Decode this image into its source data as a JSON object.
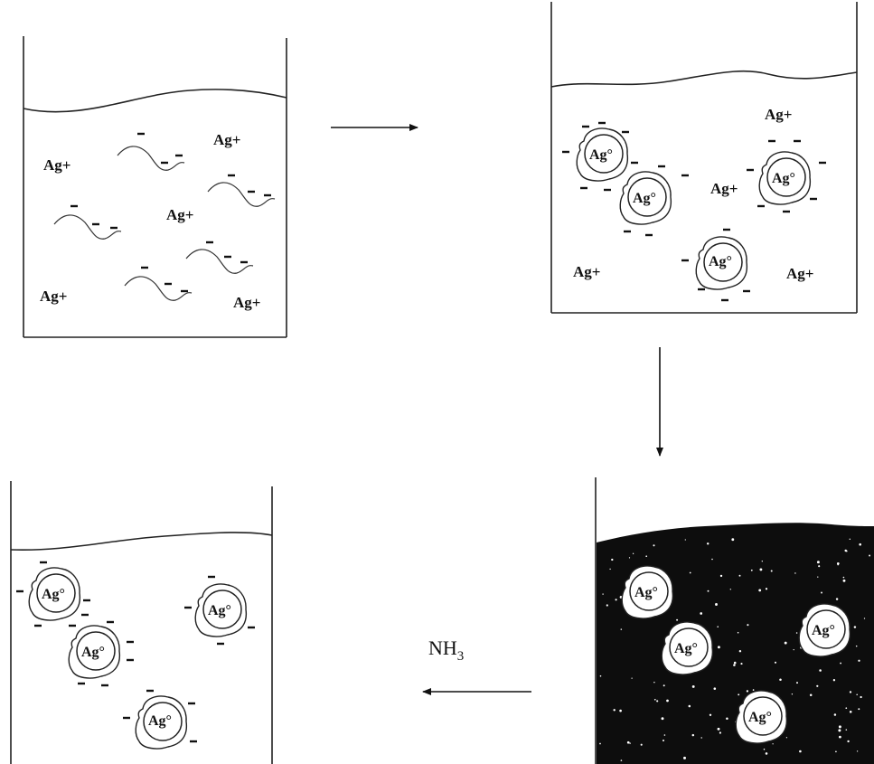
{
  "labels": {
    "ag_ion": "Ag+",
    "ag_atom": "Ag°",
    "reagent": "NH3",
    "reagent_base": "NH",
    "reagent_sub": "3"
  },
  "colors": {
    "ink": "#111111",
    "dark_solution": "#0d0d0d",
    "speck": "#ffffff",
    "background": "#ffffff"
  },
  "icons": {
    "arrow_right": "arrow-right-icon",
    "arrow_down": "arrow-down-icon",
    "arrow_left": "arrow-left-icon"
  }
}
